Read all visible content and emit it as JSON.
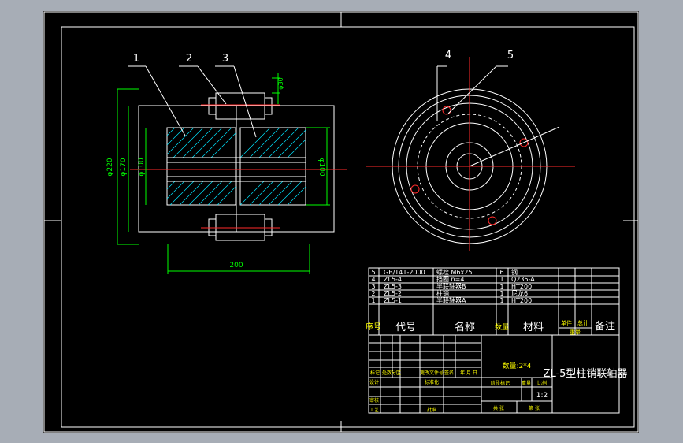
{
  "balloons": [
    "1",
    "2",
    "3",
    "4",
    "5"
  ],
  "dims": {
    "d220": "φ220",
    "d170": "φ170",
    "d100_left": "φ100",
    "d100_right": "φ100",
    "d30": "φ30",
    "len200": "200"
  },
  "parts": {
    "rows": [
      {
        "no": "5",
        "code": "GB/T41-2000",
        "name": "螺栓 M6x25",
        "qty": "6",
        "material": "钢"
      },
      {
        "no": "4",
        "code": "ZL5-4",
        "name": "挡圈 n=4",
        "qty": "1",
        "material": "Q235-A"
      },
      {
        "no": "3",
        "code": "ZL5-3",
        "name": "半联轴器B",
        "qty": "1",
        "material": "HT200"
      },
      {
        "no": "2",
        "code": "ZL5-2",
        "name": "柱销",
        "qty": "1",
        "material": "尼龙6"
      },
      {
        "no": "1",
        "code": "ZL5-1",
        "name": "半联轴器A",
        "qty": "1",
        "material": "HT200"
      }
    ],
    "header": {
      "no": "序号",
      "code": "代号",
      "name": "名称",
      "qty": "数量",
      "material": "材料",
      "unit_weight": "单件",
      "total_weight": "总计",
      "weight": "重量",
      "remark": "备注"
    }
  },
  "title_block": {
    "drawing_title": "ZL-5型柱销联轴器",
    "quantity": "数量:2*4",
    "scale": "1:2",
    "mark": "标记",
    "count": "处数",
    "zone": "分区",
    "change_doc": "更改文件号",
    "sign": "签名",
    "date": "年.月.日",
    "design": "设计",
    "standardize": "标准化",
    "review": "审核",
    "process": "工艺",
    "approve": "批准",
    "stage_mark": "阶段标记",
    "weight": "重量",
    "ratio": "比例",
    "sheets_total": "共 张",
    "sheet_no": "第 张"
  }
}
